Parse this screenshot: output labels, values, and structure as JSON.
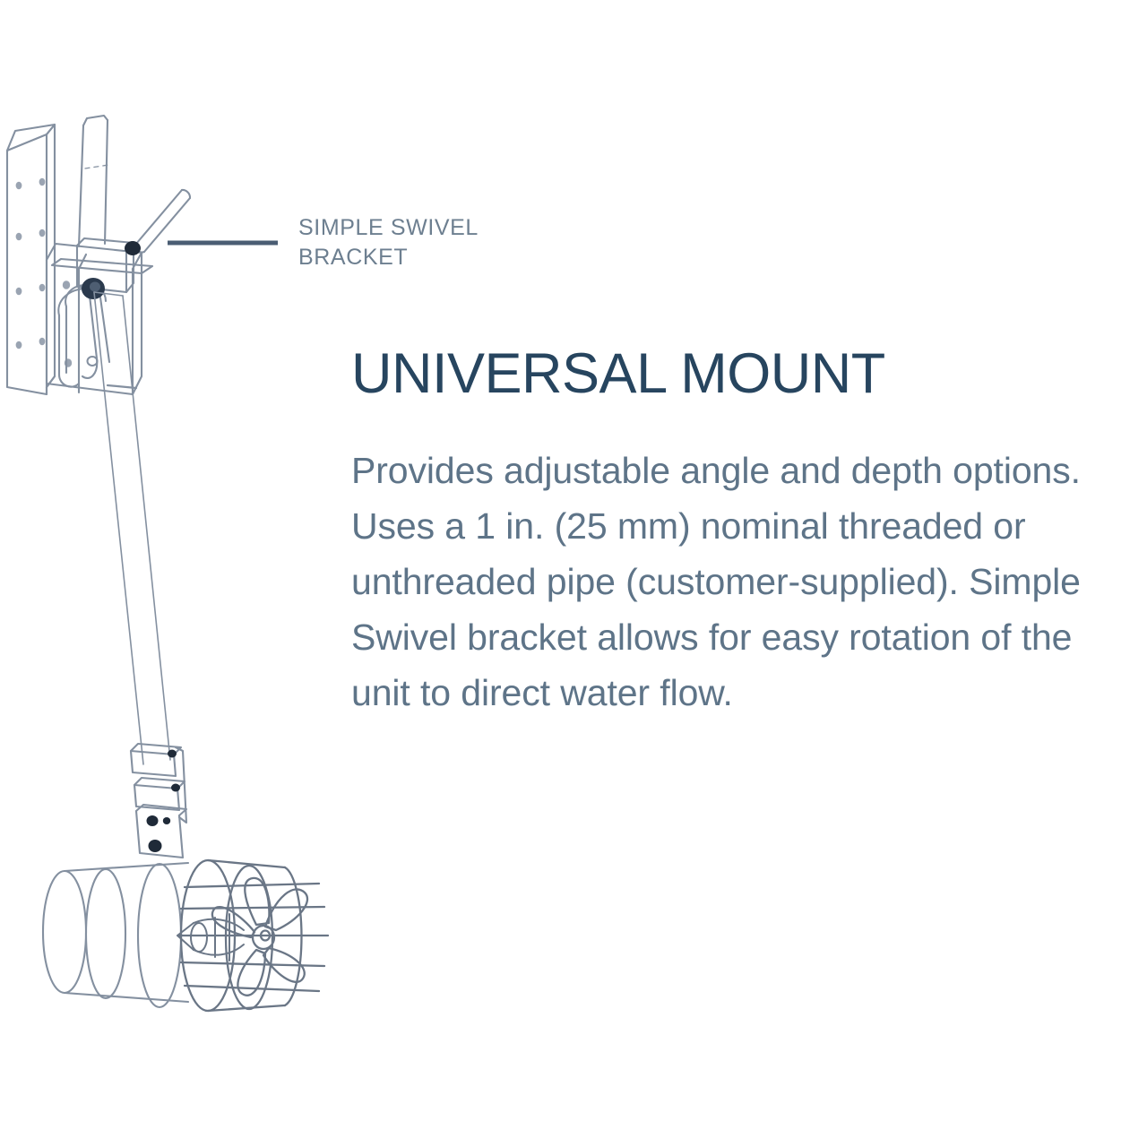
{
  "page": {
    "background_color": "#ffffff",
    "title": "UNIVERSAL MOUNT",
    "title_color": "#27455f",
    "body": "Provides adjustable angle and depth options. Uses a 1 in. (25 mm) nominal threaded or unthreaded pipe (customer-supplied). Simple Swivel bracket allows for easy rotation of the unit to direct water flow.",
    "body_color": "#5e7488"
  },
  "callout": {
    "label": "SIMPLE SWIVEL\nBRACKET",
    "label_color": "#6d7f90",
    "leader_line_color": "#4a5d73"
  },
  "illustration": {
    "name": "universal-mount-line-drawing",
    "line_color": "#7b8794",
    "dark_accent_color": "#2b3murk",
    "bolt_color": "#1f2a38",
    "parts": [
      "wall-mount-plate",
      "mounting-holes",
      "swivel-clamp-collar",
      "swivel-lever-handle",
      "pivot-bolt",
      "vertical-pipe",
      "lower-clamp-bracket",
      "adjustment-plate",
      "motor-housing-cylinder",
      "propeller",
      "intake-cage-guard"
    ]
  }
}
